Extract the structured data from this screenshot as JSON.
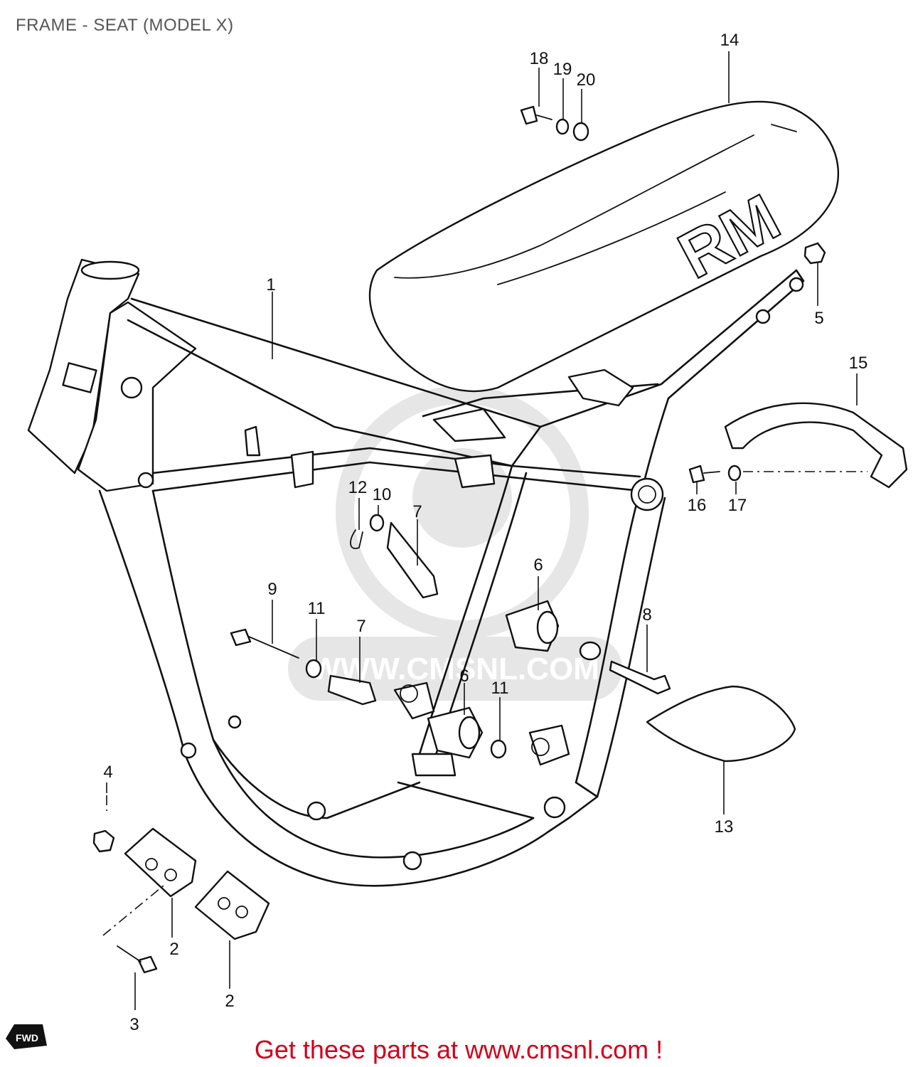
{
  "title": "FRAME - SEAT (MODEL X)",
  "footer_link": "Get these parts at www.cmsnl.com !",
  "watermark": "WWW.CMSNL.COM",
  "fwd_label": "FWD",
  "seat_logo": "RM",
  "callouts": [
    {
      "id": "c1",
      "label": "1"
    },
    {
      "id": "c2a",
      "label": "2"
    },
    {
      "id": "c2b",
      "label": "2"
    },
    {
      "id": "c3",
      "label": "3"
    },
    {
      "id": "c4",
      "label": "4"
    },
    {
      "id": "c5",
      "label": "5"
    },
    {
      "id": "c6a",
      "label": "6"
    },
    {
      "id": "c6b",
      "label": "6"
    },
    {
      "id": "c7a",
      "label": "7"
    },
    {
      "id": "c7b",
      "label": "7"
    },
    {
      "id": "c8",
      "label": "8"
    },
    {
      "id": "c9",
      "label": "9"
    },
    {
      "id": "c10",
      "label": "10"
    },
    {
      "id": "c11a",
      "label": "11"
    },
    {
      "id": "c11b",
      "label": "11"
    },
    {
      "id": "c12",
      "label": "12"
    },
    {
      "id": "c13",
      "label": "13"
    },
    {
      "id": "c14",
      "label": "14"
    },
    {
      "id": "c15",
      "label": "15"
    },
    {
      "id": "c16",
      "label": "16"
    },
    {
      "id": "c17",
      "label": "17"
    },
    {
      "id": "c18",
      "label": "18"
    },
    {
      "id": "c19",
      "label": "19"
    },
    {
      "id": "c20",
      "label": "20"
    }
  ]
}
